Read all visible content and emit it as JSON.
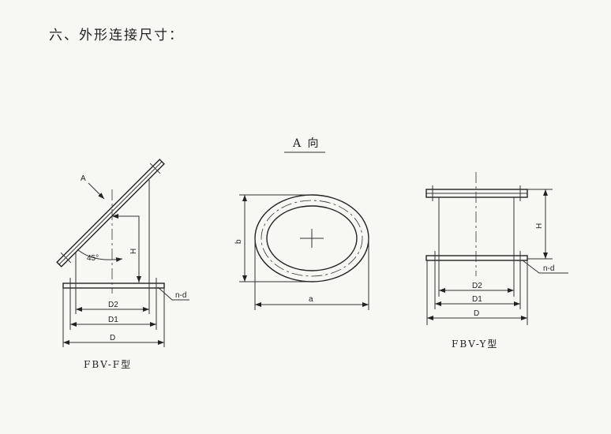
{
  "heading": "六、外形连接尺寸：",
  "view_label": "A 向",
  "left_drawing": {
    "caption": "FBV-F型",
    "arrow_label": "A",
    "angle_label": "45°",
    "height_label": "H",
    "hole_label": "n-d",
    "dims": [
      "D2",
      "D1",
      "D"
    ]
  },
  "middle_drawing": {
    "height_label": "b",
    "width_label": "a"
  },
  "right_drawing": {
    "caption": "FBV-Y型",
    "height_label": "H",
    "hole_label": "n-d",
    "dims": [
      "D2",
      "D1",
      "D"
    ]
  }
}
